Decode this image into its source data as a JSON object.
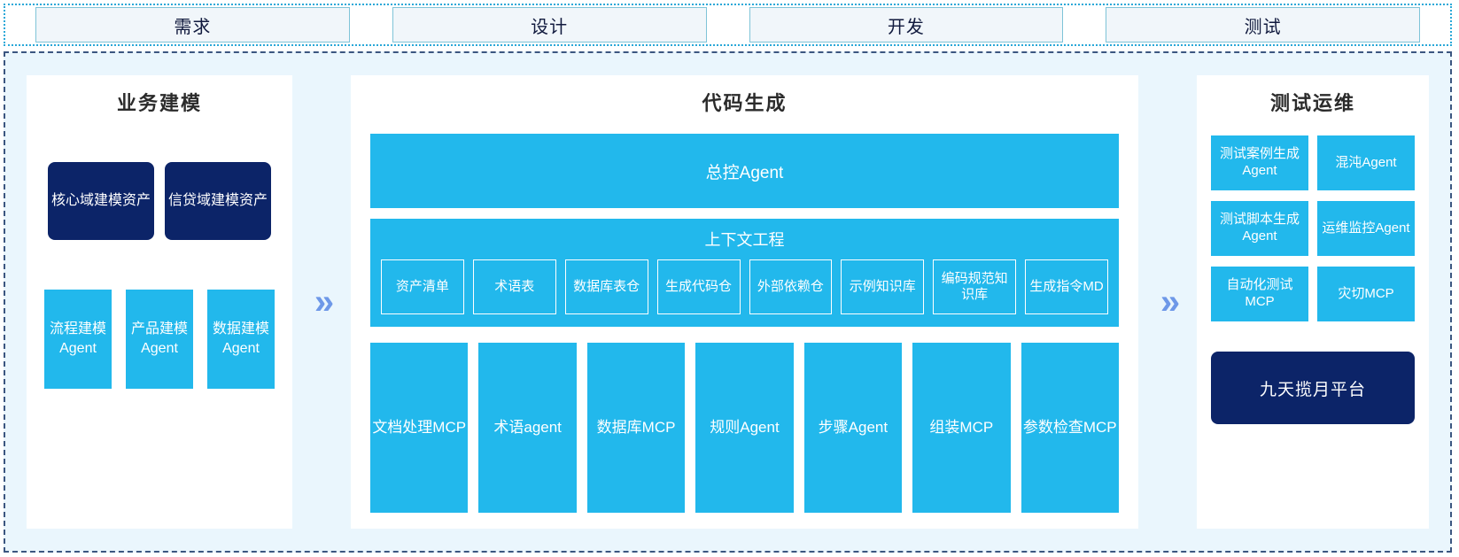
{
  "phases": {
    "items": [
      {
        "label": "需求"
      },
      {
        "label": "设计"
      },
      {
        "label": "开发"
      },
      {
        "label": "测试"
      }
    ]
  },
  "arrows": {
    "glyph": "»",
    "color": "#6e98e8"
  },
  "colors": {
    "accent_blue": "#22b8ec",
    "navy": "#0c2468",
    "background": "#eaf6fd",
    "card": "#ffffff",
    "phase_box_fill": "#f1f6fa",
    "phase_box_border": "#7fc4d8",
    "area_border": "#3b5680",
    "phase_bar_border": "#2aa8d8"
  },
  "business_modeling": {
    "title": "业务建模",
    "assets": [
      {
        "label": "核心域建模资产"
      },
      {
        "label": "信贷域建模资产"
      }
    ],
    "agents": [
      {
        "label": "流程建模Agent"
      },
      {
        "label": "产品建模Agent"
      },
      {
        "label": "数据建模Agent"
      }
    ]
  },
  "code_generation": {
    "title": "代码生成",
    "master_agent": "总控Agent",
    "context_engineering": {
      "title": "上下文工程",
      "items": [
        {
          "label": "资产清单"
        },
        {
          "label": "术语表"
        },
        {
          "label": "数据库表仓"
        },
        {
          "label": "生成代码仓"
        },
        {
          "label": "外部依赖仓"
        },
        {
          "label": "示例知识库"
        },
        {
          "label": "编码规范知识库"
        },
        {
          "label": "生成指令MD"
        }
      ]
    },
    "tools": [
      {
        "label": "文档处理MCP"
      },
      {
        "label": "术语agent"
      },
      {
        "label": "数据库MCP"
      },
      {
        "label": "规则Agent"
      },
      {
        "label": "步骤Agent"
      },
      {
        "label": "组装MCP"
      },
      {
        "label": "参数检查MCP"
      }
    ]
  },
  "test_ops": {
    "title": "测试运维",
    "items": [
      {
        "label": "测试案例生成Agent"
      },
      {
        "label": "混沌Agent"
      },
      {
        "label": "测试脚本生成Agent"
      },
      {
        "label": "运维监控Agent"
      },
      {
        "label": "自动化测试MCP"
      },
      {
        "label": "灾切MCP"
      }
    ],
    "platform": "九天揽月平台"
  }
}
